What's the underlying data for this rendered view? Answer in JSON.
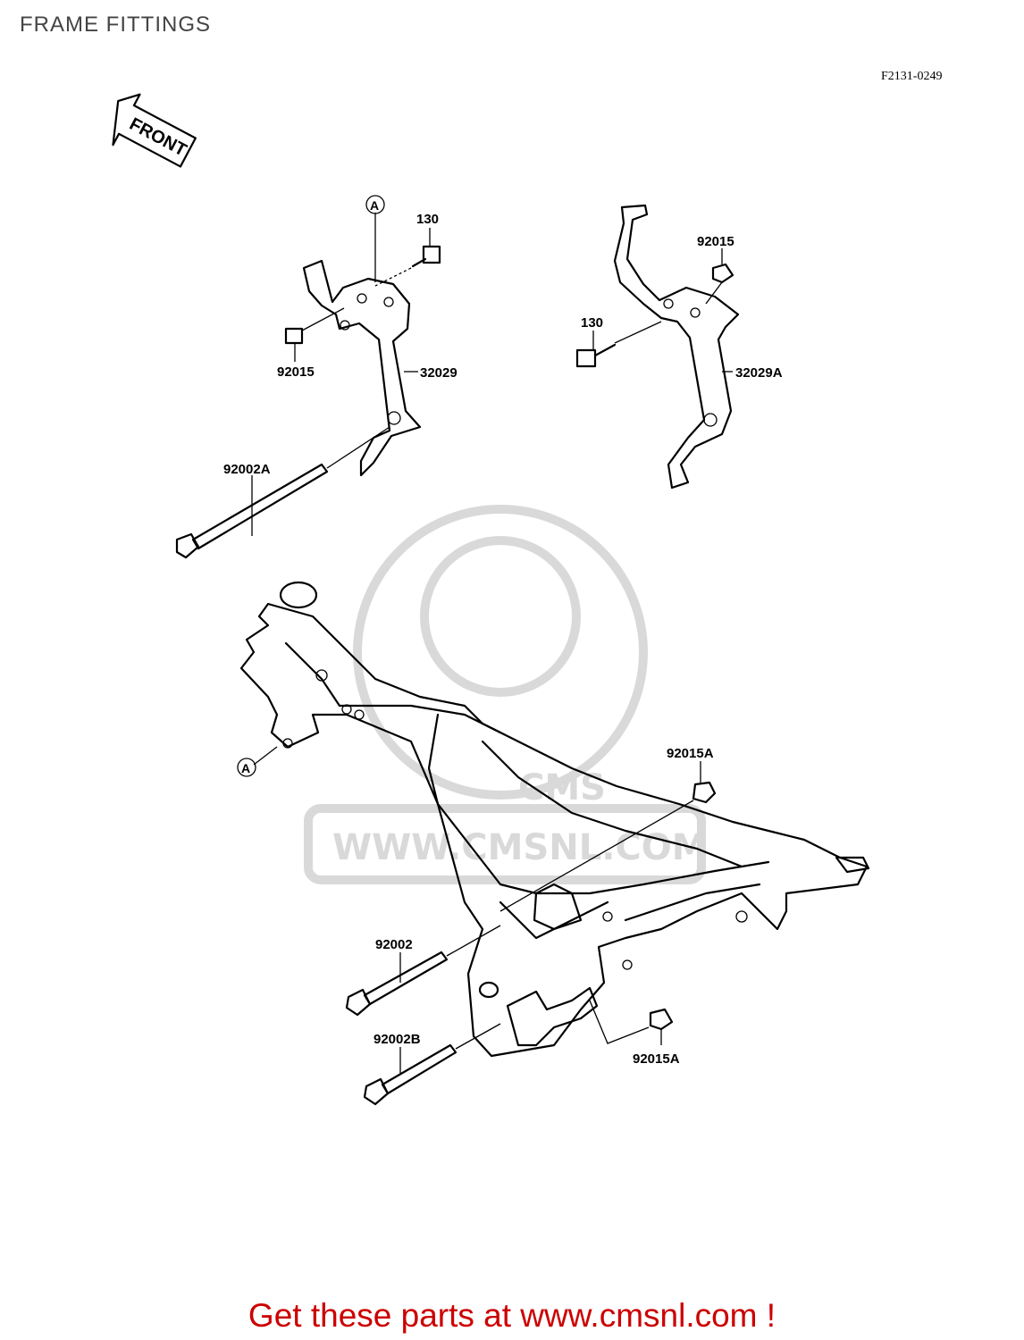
{
  "page": {
    "title": "FRAME FITTINGS",
    "diagram_code": "F2131-0249",
    "front_arrow_text": "FRONT",
    "footer_link": "Get these parts at www.cmsnl.com !"
  },
  "watermark": {
    "text": "WWW.CMSNL.COM",
    "logo_text": "CMS"
  },
  "callouts": {
    "a_top": "A",
    "a_frame": "A",
    "p130_left": "130",
    "p92015_left": "92015",
    "p32029": "32029",
    "p92002A": "92002A",
    "p92015_right": "92015",
    "p130_right": "130",
    "p32029A": "32029A",
    "p92015A_top": "92015A",
    "p92002": "92002",
    "p92002B": "92002B",
    "p92015A_bottom": "92015A"
  },
  "colors": {
    "footer": "#cc0000",
    "watermark": "#d9d9d9"
  }
}
